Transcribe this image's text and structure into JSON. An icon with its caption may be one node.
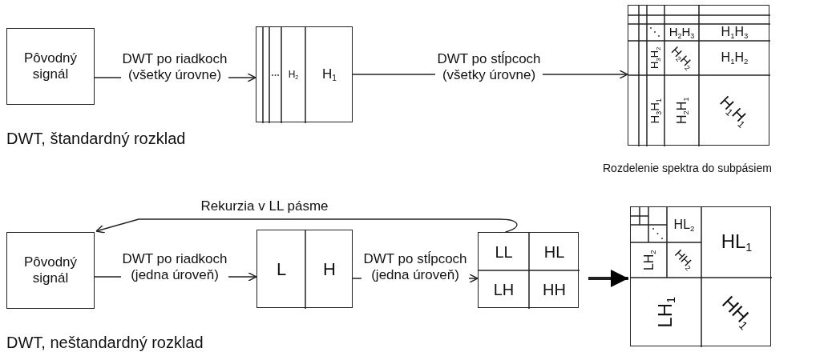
{
  "diagram": {
    "nodes": [
      {
        "text": [
          "Pôvodný signál"
        ]
      },
      {
        "text": [],
        "shape": "box"
      },
      {
        "text": [
          "H$_{2}$"
        ],
        "in": 1
      },
      {
        "text": [
          "H$_{1}$"
        ],
        "in": 1
      },
      {
        "text": [],
        "shape": "box"
      },
      {
        "text": [
          "H$_{2}$H$_{3}$"
        ],
        "in": 4
      },
      {
        "text": [
          "H$_{1}$H$_{3}$"
        ],
        "in": 4
      },
      {
        "text": [
          "H$_{3}$H$_{2}$"
        ],
        "in": 4
      },
      {
        "text": [
          "H$_{2}$H$_{2}$"
        ],
        "in": 4
      },
      {
        "text": [
          "H$_{1}$H$_{2}$"
        ],
        "in": 4
      },
      {
        "text": [
          "H$_{3}$H$_{1}$"
        ],
        "in": 4
      },
      {
        "text": [
          "H$_{2}$H$_{1}$"
        ],
        "in": 4
      },
      {
        "text": [
          "H$_{1}$H$_{1}$"
        ],
        "in": 4
      },
      {
        "text": [
          "Pôvodný signál"
        ]
      },
      {
        "text": [],
        "shape": "box"
      },
      {
        "text": [
          "L"
        ],
        "in": 14
      },
      {
        "text": [
          "H"
        ],
        "in": 14
      },
      {
        "text": [],
        "shape": "box"
      },
      {
        "text": [
          "LL"
        ],
        "in": 17
      },
      {
        "text": [
          "HL"
        ],
        "in": 17
      },
      {
        "text": [
          "LH"
        ],
        "in": 17
      },
      {
        "text": [
          "HH"
        ],
        "in": 17
      },
      {
        "text": [],
        "shape": "box"
      },
      {
        "text": [
          "HL$_{2}$"
        ],
        "in": 22
      },
      {
        "text": [
          "HL$_{1}$"
        ],
        "in": 22
      },
      {
        "text": [
          "LH$_{2}$"
        ],
        "in": 22
      },
      {
        "text": [
          "HH$_{2}$"
        ],
        "in": 22
      },
      {
        "text": [
          "LH$_{1}$"
        ],
        "in": 22
      },
      {
        "text": [
          "HH$_{1}$"
        ],
        "in": 22
      }
    ],
    "edges": [
      {
        "from": 0,
        "to": 1,
        "arrow": "to",
        "label": "DWT po riadkoch (všetky úrovne)"
      },
      {
        "from": 1,
        "to": 4,
        "arrow": "to",
        "label": "DWT po stĺpcoch (všetky úrovne)"
      },
      {
        "from": 13,
        "to": 14,
        "arrow": "to",
        "label": "DWT po riadkoch (jedna úroveň)"
      },
      {
        "from": 14,
        "to": 17,
        "arrow": "to",
        "label": "DWT po stĺpcoch (jedna úroveň)"
      },
      {
        "from": 18,
        "to": 13,
        "arrow": "to",
        "label": "Rekurzia v LL pásme"
      },
      {
        "from": 17,
        "to": 22,
        "arrow": "to",
        "style": "thick"
      }
    ],
    "labels": [
      "DWT, štandardný rozklad",
      "Rozdelenie spektra do subpásiem",
      "DWT, neštandardný rozklad"
    ]
  }
}
